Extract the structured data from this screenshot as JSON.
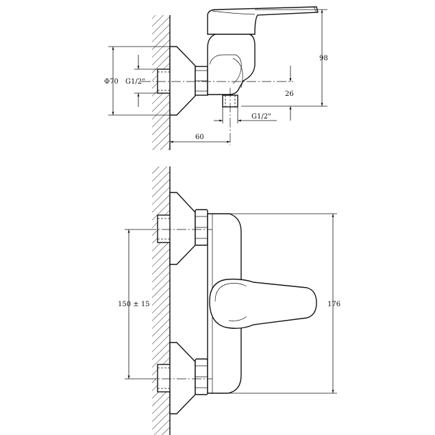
{
  "dimensions": {
    "top": {
      "phi70": "Φ70",
      "g12_left": "G1/2\"",
      "h98": "98",
      "h26": "26",
      "g12_bottom": "G1/2\"",
      "w60": "60"
    },
    "bottom": {
      "h150": "150 ± 15",
      "h176": "176"
    }
  }
}
